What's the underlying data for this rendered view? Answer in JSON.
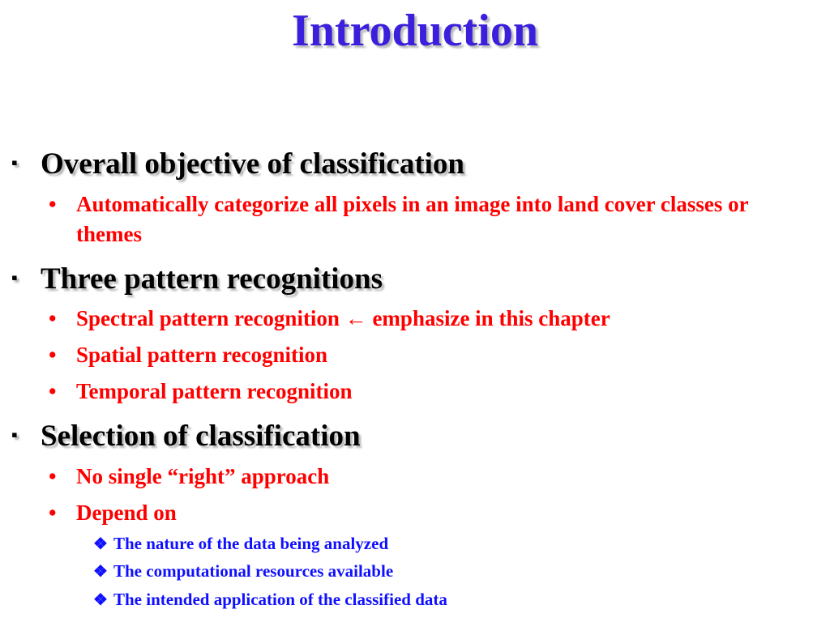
{
  "title": "Introduction",
  "sections": [
    {
      "heading": "Overall objective of classification",
      "items": [
        "Automatically categorize all pixels in an image into land cover classes or themes"
      ]
    },
    {
      "heading": "Three pattern recognitions",
      "items": [
        "Spectral pattern recognition ← emphasize in this chapter",
        "Spatial pattern recognition",
        "Temporal pattern recognition"
      ]
    },
    {
      "heading": "Selection of classification",
      "items": [
        "No single “right” approach",
        "Depend on"
      ],
      "subitems": [
        "The nature of the data being analyzed",
        "The computational resources available",
        "The intended application of the classified data"
      ]
    }
  ],
  "bullets": {
    "level1": "▪",
    "level2": "•",
    "level3": "❖"
  },
  "colors": {
    "title": "#3a1fdc",
    "heading": "#000000",
    "item": "#ff0000",
    "subitem": "#1010ff"
  }
}
